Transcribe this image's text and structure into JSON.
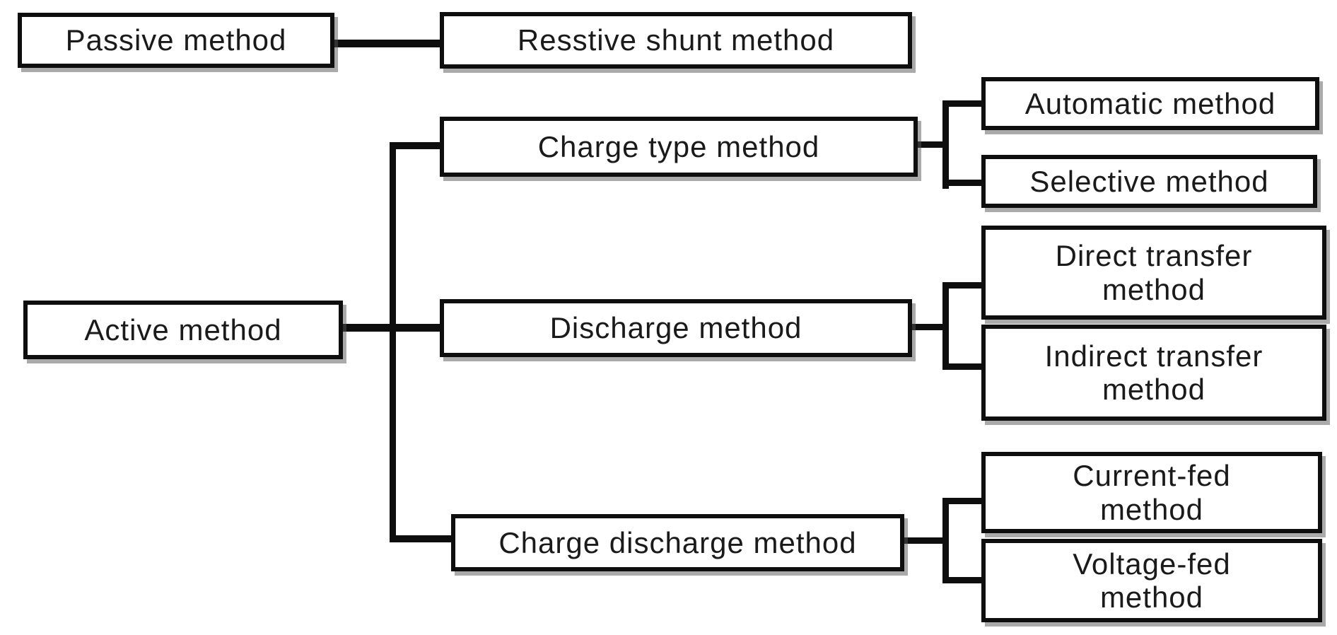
{
  "diagram": {
    "type": "tree-classification",
    "background_color": "#ffffff",
    "box_border_color": "#0e0e0e",
    "connector_color": "#0e0e0e",
    "text_color": "#1a1a1a",
    "nodes": {
      "passive": {
        "label": "Passive method"
      },
      "resstive_shunt": {
        "label": "Resstive shunt method"
      },
      "active": {
        "label": "Active method"
      },
      "charge_type": {
        "label": "Charge type method"
      },
      "discharge": {
        "label": "Discharge method"
      },
      "charge_discharge": {
        "label": "Charge discharge method"
      },
      "automatic": {
        "label": "Automatic method"
      },
      "selective": {
        "label": "Selective method"
      },
      "direct_transfer": {
        "label": "Direct transfer\nmethod"
      },
      "indirect_transfer": {
        "label": "Indirect transfer\nmethod"
      },
      "current_fed": {
        "label": "Current-fed\nmethod"
      },
      "voltage_fed": {
        "label": "Voltage-fed\nmethod"
      }
    },
    "edges": [
      {
        "from": "Passive method",
        "to": "Resstive shunt method"
      },
      {
        "from": "Active method",
        "to": "Charge type method"
      },
      {
        "from": "Active method",
        "to": "Discharge method"
      },
      {
        "from": "Active method",
        "to": "Charge discharge method"
      },
      {
        "from": "Charge type method",
        "to": "Automatic method"
      },
      {
        "from": "Charge type method",
        "to": "Selective method"
      },
      {
        "from": "Discharge method",
        "to": "Direct transfer method"
      },
      {
        "from": "Discharge method",
        "to": "Indirect transfer method"
      },
      {
        "from": "Charge discharge method",
        "to": "Current-fed method"
      },
      {
        "from": "Charge discharge method",
        "to": "Voltage-fed method"
      }
    ]
  }
}
